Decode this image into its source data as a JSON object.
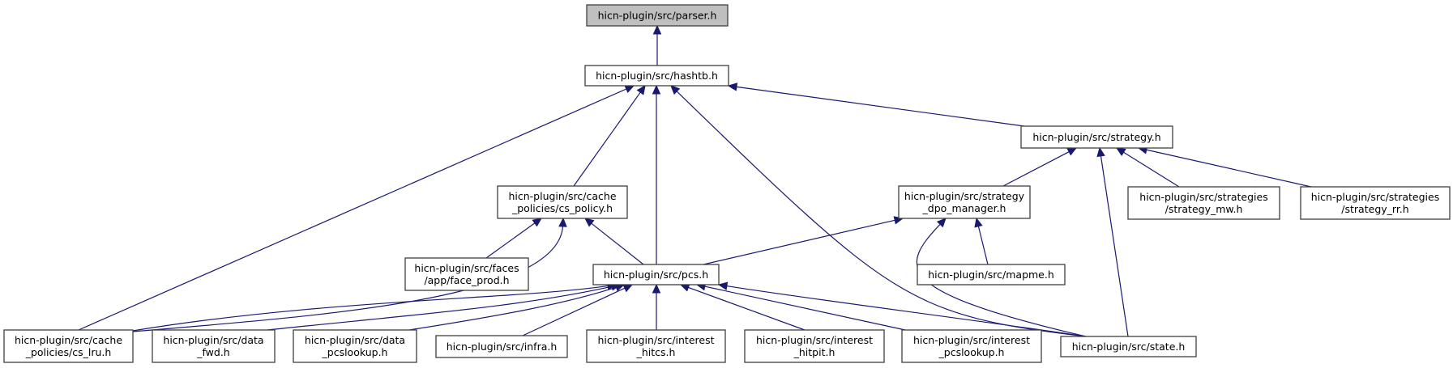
{
  "title": "hicn-plugin/src/parser.h include dependency graph",
  "colors": {
    "edge": "#191970",
    "root_fill": "#bfbfbf",
    "node_fill": "#ffffff",
    "node_border": "#404040"
  },
  "nodes": [
    {
      "id": "parser",
      "lines": [
        "hicn-plugin/src/parser.h"
      ],
      "root": true
    },
    {
      "id": "hashtb",
      "lines": [
        "hicn-plugin/src/hashtb.h"
      ]
    },
    {
      "id": "strategy",
      "lines": [
        "hicn-plugin/src/strategy.h"
      ]
    },
    {
      "id": "cs_policy",
      "lines": [
        "hicn-plugin/src/cache",
        "_policies/cs_policy.h"
      ]
    },
    {
      "id": "dpo_manager",
      "lines": [
        "hicn-plugin/src/strategy",
        "_dpo_manager.h"
      ]
    },
    {
      "id": "strategy_mw",
      "lines": [
        "hicn-plugin/src/strategies",
        "/strategy_mw.h"
      ]
    },
    {
      "id": "strategy_rr",
      "lines": [
        "hicn-plugin/src/strategies",
        "/strategy_rr.h"
      ]
    },
    {
      "id": "face_prod",
      "lines": [
        "hicn-plugin/src/faces",
        "/app/face_prod.h"
      ]
    },
    {
      "id": "pcs",
      "lines": [
        "hicn-plugin/src/pcs.h"
      ]
    },
    {
      "id": "mapme",
      "lines": [
        "hicn-plugin/src/mapme.h"
      ]
    },
    {
      "id": "cs_lru",
      "lines": [
        "hicn-plugin/src/cache",
        "_policies/cs_lru.h"
      ]
    },
    {
      "id": "data_fwd",
      "lines": [
        "hicn-plugin/src/data",
        "_fwd.h"
      ]
    },
    {
      "id": "data_pcslookup",
      "lines": [
        "hicn-plugin/src/data",
        "_pcslookup.h"
      ]
    },
    {
      "id": "infra",
      "lines": [
        "hicn-plugin/src/infra.h"
      ]
    },
    {
      "id": "interest_hitcs",
      "lines": [
        "hicn-plugin/src/interest",
        "_hitcs.h"
      ]
    },
    {
      "id": "interest_hitpit",
      "lines": [
        "hicn-plugin/src/interest",
        "_hitpit.h"
      ]
    },
    {
      "id": "interest_pcslookup",
      "lines": [
        "hicn-plugin/src/interest",
        "_pcslookup.h"
      ]
    },
    {
      "id": "state",
      "lines": [
        "hicn-plugin/src/state.h"
      ]
    }
  ],
  "edges": [
    {
      "from": "hashtb",
      "to": "parser"
    },
    {
      "from": "strategy",
      "to": "hashtb"
    },
    {
      "from": "cs_policy",
      "to": "hashtb"
    },
    {
      "from": "pcs",
      "to": "hashtb"
    },
    {
      "from": "cs_lru",
      "to": "hashtb"
    },
    {
      "from": "state",
      "to": "hashtb"
    },
    {
      "from": "dpo_manager",
      "to": "strategy"
    },
    {
      "from": "strategy_mw",
      "to": "strategy"
    },
    {
      "from": "strategy_rr",
      "to": "strategy"
    },
    {
      "from": "state",
      "to": "strategy"
    },
    {
      "from": "face_prod",
      "to": "cs_policy"
    },
    {
      "from": "pcs",
      "to": "cs_policy"
    },
    {
      "from": "cs_lru",
      "to": "cs_policy"
    },
    {
      "from": "pcs",
      "to": "dpo_manager"
    },
    {
      "from": "mapme",
      "to": "dpo_manager"
    },
    {
      "from": "state",
      "to": "dpo_manager"
    },
    {
      "from": "cs_lru",
      "to": "pcs"
    },
    {
      "from": "data_fwd",
      "to": "pcs"
    },
    {
      "from": "data_pcslookup",
      "to": "pcs"
    },
    {
      "from": "infra",
      "to": "pcs"
    },
    {
      "from": "interest_hitcs",
      "to": "pcs"
    },
    {
      "from": "interest_hitpit",
      "to": "pcs"
    },
    {
      "from": "interest_pcslookup",
      "to": "pcs"
    },
    {
      "from": "state",
      "to": "pcs"
    }
  ]
}
